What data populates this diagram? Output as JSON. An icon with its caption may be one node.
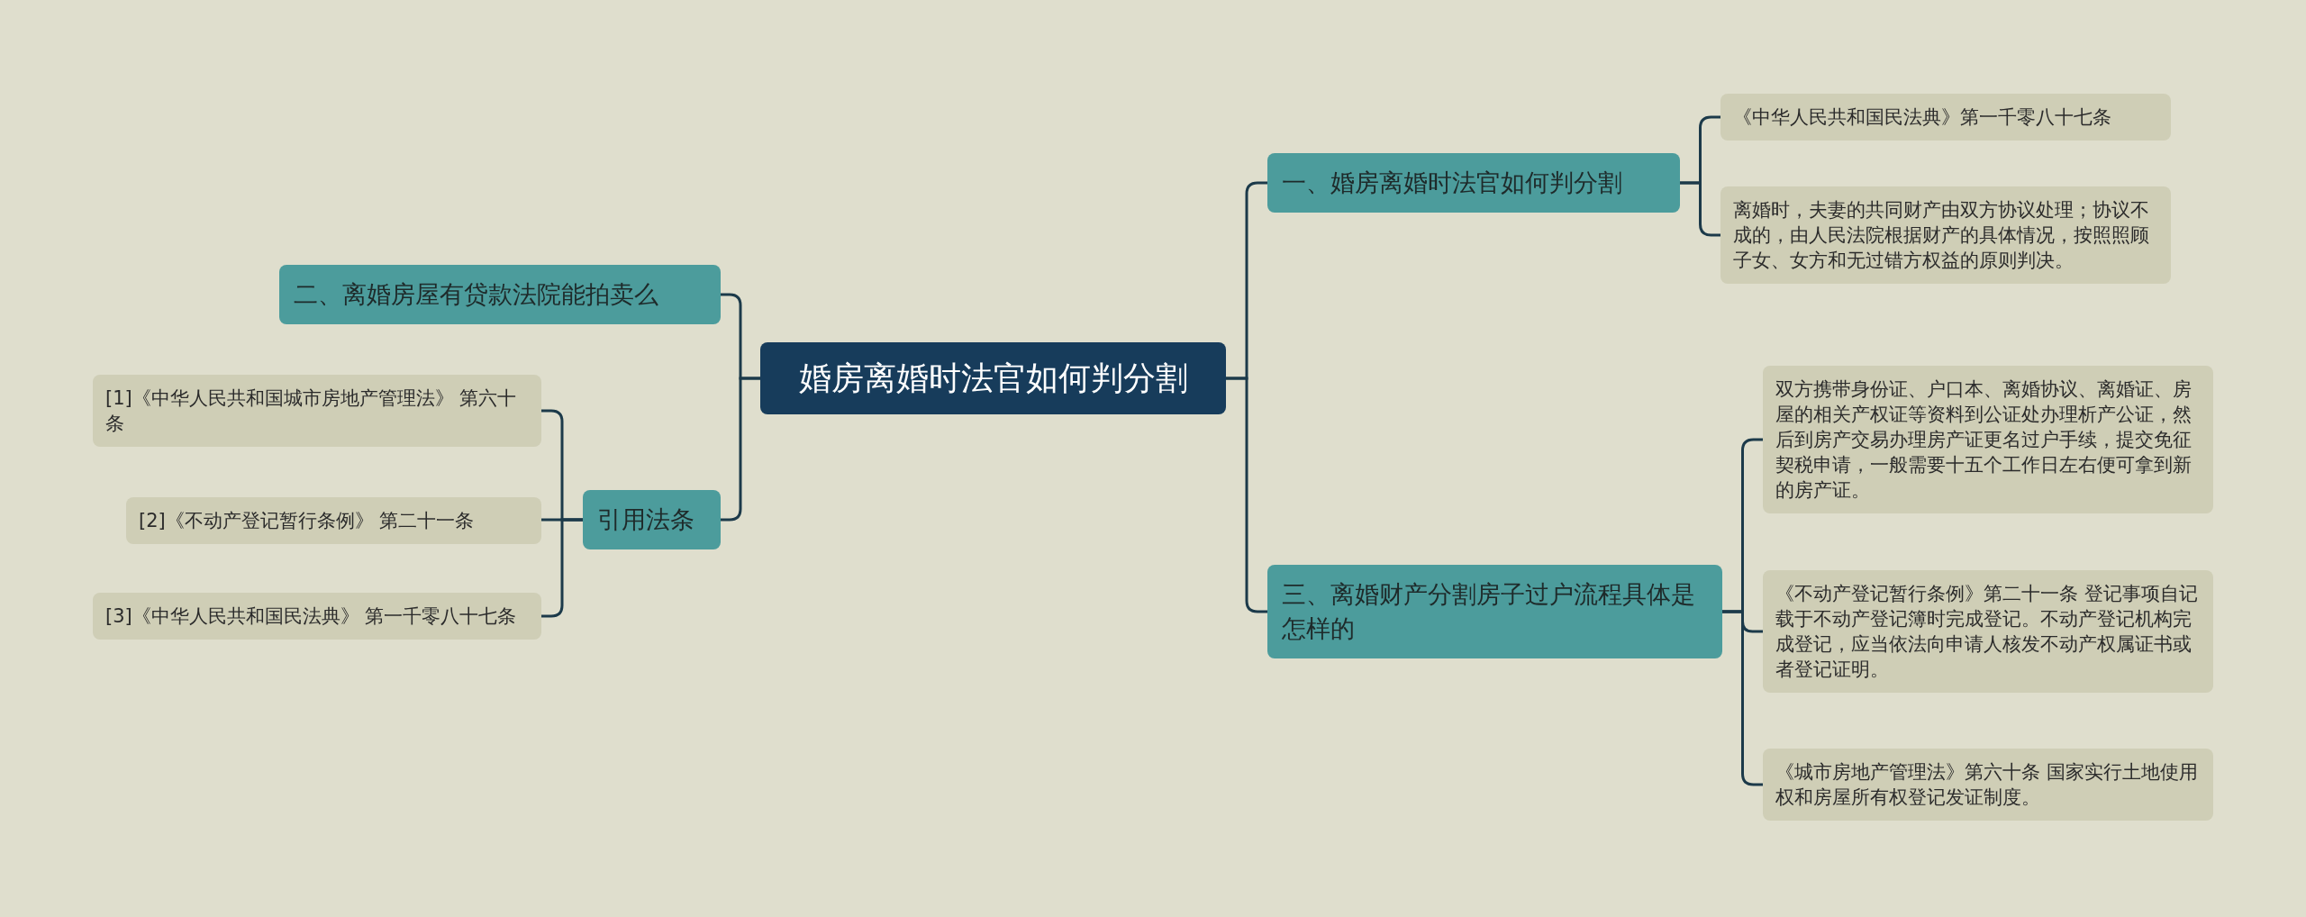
{
  "diagram": {
    "nodes": [
      {
        "text": [
          "婚房离婚时法官如何判分割"
        ]
      },
      {
        "text": [
          "一、婚房离婚时法官如何判分割"
        ]
      },
      {
        "text": [
          "《中华人民共和国民法典》第一千零八十七条"
        ]
      },
      {
        "text": [
          "离婚时，夫妻的共同财产由双方协议处理；协议不成的，由人民法院根据财产的具体情况，按照照顾子女、女方和无过错方权益的原则判决。"
        ]
      },
      {
        "text": [
          "三、离婚财产分割房子过户流程具体是怎样的"
        ]
      },
      {
        "text": [
          "双方携带身份证、户口本、离婚协议、离婚证、房屋的相关产权证等资料到公证处办理析产公证，然后到房产交易办理房产证更名过户手续，提交免征契税申请，一般需要十五个工作日左右便可拿到新的房产证。"
        ]
      },
      {
        "text": [
          "《不动产登记暂行条例》第二十一条 登记事项自记载于不动产登记簿时完成登记。不动产登记机构完成登记，应当依法向申请人核发不动产权属证书或者登记证明。"
        ]
      },
      {
        "text": [
          "《城市房地产管理法》第六十条 国家实行土地使用权和房屋所有权登记发证制度。"
        ]
      },
      {
        "text": [
          "二、离婚房屋有贷款法院能拍卖么"
        ]
      },
      {
        "text": [
          "引用法条"
        ]
      },
      {
        "text": [
          "[1]《中华人民共和国城市房地产管理法》 第六十条"
        ]
      },
      {
        "text": [
          "[2]《不动产登记暂行条例》 第二十一条"
        ]
      },
      {
        "text": [
          "[3]《中华人民共和国民法典》 第一千零八十七条"
        ]
      }
    ],
    "edges": [
      {
        "from": 0,
        "to": 1,
        "arrow": "none"
      },
      {
        "from": 1,
        "to": 2,
        "arrow": "none"
      },
      {
        "from": 1,
        "to": 3,
        "arrow": "none"
      },
      {
        "from": 0,
        "to": 4,
        "arrow": "none"
      },
      {
        "from": 4,
        "to": 5,
        "arrow": "none"
      },
      {
        "from": 4,
        "to": 6,
        "arrow": "none"
      },
      {
        "from": 4,
        "to": 7,
        "arrow": "none"
      },
      {
        "from": 0,
        "to": 8,
        "arrow": "none"
      },
      {
        "from": 0,
        "to": 9,
        "arrow": "none"
      },
      {
        "from": 9,
        "to": 10,
        "arrow": "none"
      },
      {
        "from": 9,
        "to": 11,
        "arrow": "none"
      },
      {
        "from": 9,
        "to": 12,
        "arrow": "none"
      }
    ]
  }
}
